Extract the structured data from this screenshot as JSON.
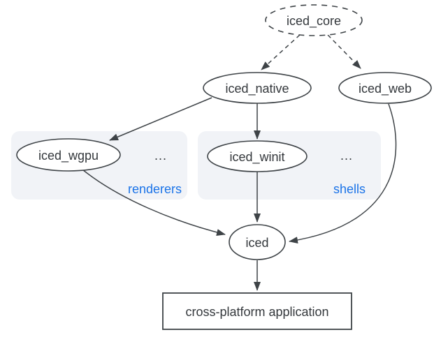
{
  "diagram": {
    "type": "graph",
    "background": "#ffffff",
    "colors": {
      "node_stroke": "#3e4347",
      "node_text": "#34383c",
      "edge": "#3e4347",
      "group_fill": "#f1f3f7",
      "group_label": "#1a73e8"
    },
    "nodes": {
      "iced_core": {
        "label": "iced_core",
        "shape": "ellipse",
        "border": "dashed"
      },
      "iced_native": {
        "label": "iced_native",
        "shape": "ellipse",
        "border": "solid"
      },
      "iced_web": {
        "label": "iced_web",
        "shape": "ellipse",
        "border": "solid"
      },
      "iced_wgpu": {
        "label": "iced_wgpu",
        "shape": "ellipse",
        "border": "solid"
      },
      "iced_winit": {
        "label": "iced_winit",
        "shape": "ellipse",
        "border": "solid"
      },
      "iced": {
        "label": "iced",
        "shape": "ellipse",
        "border": "solid"
      },
      "app": {
        "label": "cross-platform application",
        "shape": "rectangle",
        "border": "solid"
      }
    },
    "groups": {
      "renderers": {
        "label": "renderers",
        "ellipsis": "...",
        "members": [
          "iced_wgpu"
        ]
      },
      "shells": {
        "label": "shells",
        "ellipsis": "...",
        "members": [
          "iced_winit"
        ]
      }
    },
    "edges": [
      {
        "from": "iced_core",
        "to": "iced_native",
        "style": "dashed"
      },
      {
        "from": "iced_core",
        "to": "iced_web",
        "style": "dashed"
      },
      {
        "from": "iced_native",
        "to": "iced_wgpu",
        "style": "solid"
      },
      {
        "from": "iced_native",
        "to": "iced_winit",
        "style": "solid"
      },
      {
        "from": "iced_wgpu",
        "to": "iced",
        "style": "solid"
      },
      {
        "from": "iced_winit",
        "to": "iced",
        "style": "solid"
      },
      {
        "from": "iced_web",
        "to": "iced",
        "style": "solid"
      },
      {
        "from": "iced",
        "to": "app",
        "style": "solid"
      }
    ]
  }
}
